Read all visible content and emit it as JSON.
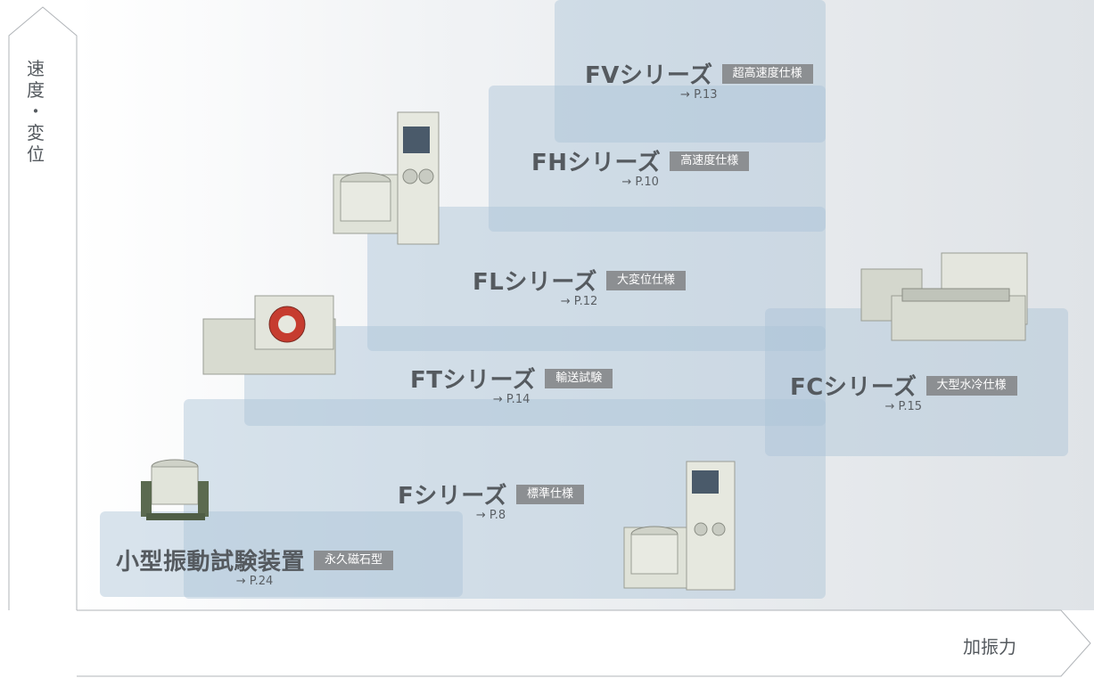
{
  "axes": {
    "y_label": "速\n度\n・\n変\n位",
    "x_label": "加振力"
  },
  "series": [
    {
      "name": "FVシリーズ",
      "badge": "超高速度仕様",
      "ref": "→ P.13"
    },
    {
      "name": "FHシリーズ",
      "badge": "高速度仕様",
      "ref": "→ P.10"
    },
    {
      "name": "FLシリーズ",
      "badge": "大変位仕様",
      "ref": "→ P.12"
    },
    {
      "name": "FTシリーズ",
      "badge": "輸送試験",
      "ref": "→ P.14"
    },
    {
      "name": "FCシリーズ",
      "badge": "大型水冷仕様",
      "ref": "→ P.15"
    },
    {
      "name": "Fシリーズ",
      "badge": "標準仕様",
      "ref": "→ P.8"
    },
    {
      "name": "小型振動試験装置",
      "badge": "永久磁石型",
      "ref": "→ P.24"
    }
  ],
  "colors": {
    "band": "#aac3d7",
    "badge": "#8c8f92",
    "text": "#555a5f",
    "axis": "#b0b4b8"
  }
}
